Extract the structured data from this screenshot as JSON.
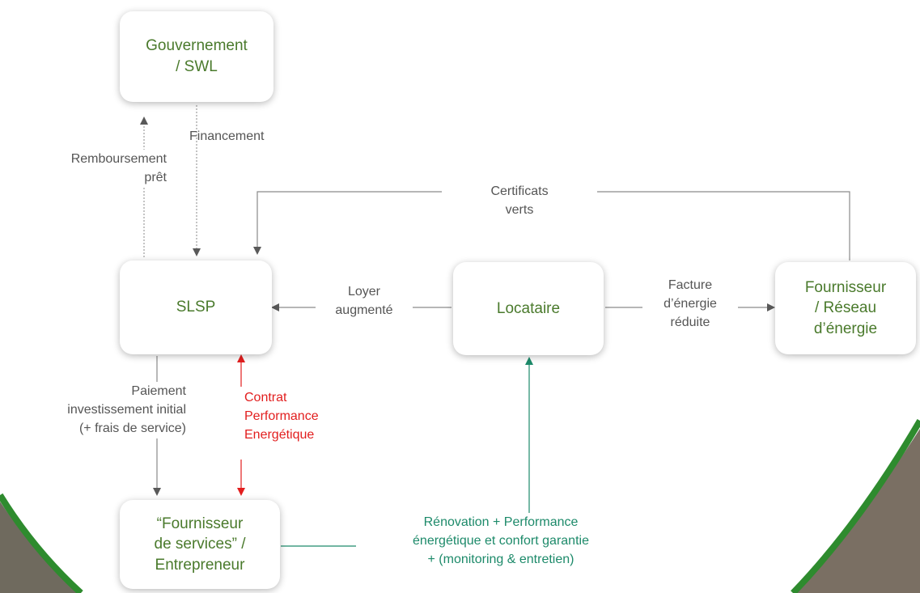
{
  "colors": {
    "box_text": "#4a7a2c",
    "connector": "#7f7f7f",
    "contract": "#e21e1e",
    "renovation": "#1d8a6a",
    "ring": "#2e8b2e"
  },
  "nodes": {
    "gouvernement": "Gouvernement\n/ SWL",
    "slsp": "SLSP",
    "locataire": "Locataire",
    "fournisseur_energie": "Fournisseur\n/ Réseau\nd’énergie",
    "fournisseur_services": "“Fournisseur\nde services” /\nEntrepreneur"
  },
  "edges": {
    "financement": "Financement",
    "remboursement": "Remboursement\nprêt",
    "certificats": "Certificats\nverts",
    "loyer": "Loyer\naugmenté",
    "facture": "Facture\nd’énergie\nréduite",
    "paiement": "Paiement\ninvestissement initial\n(+  frais de service)",
    "contrat": "Contrat\nPerformance\nEnergétique",
    "renovation": "Rénovation + Performance\nénergétique et confort garantie\n+ (monitoring & entretien)"
  }
}
